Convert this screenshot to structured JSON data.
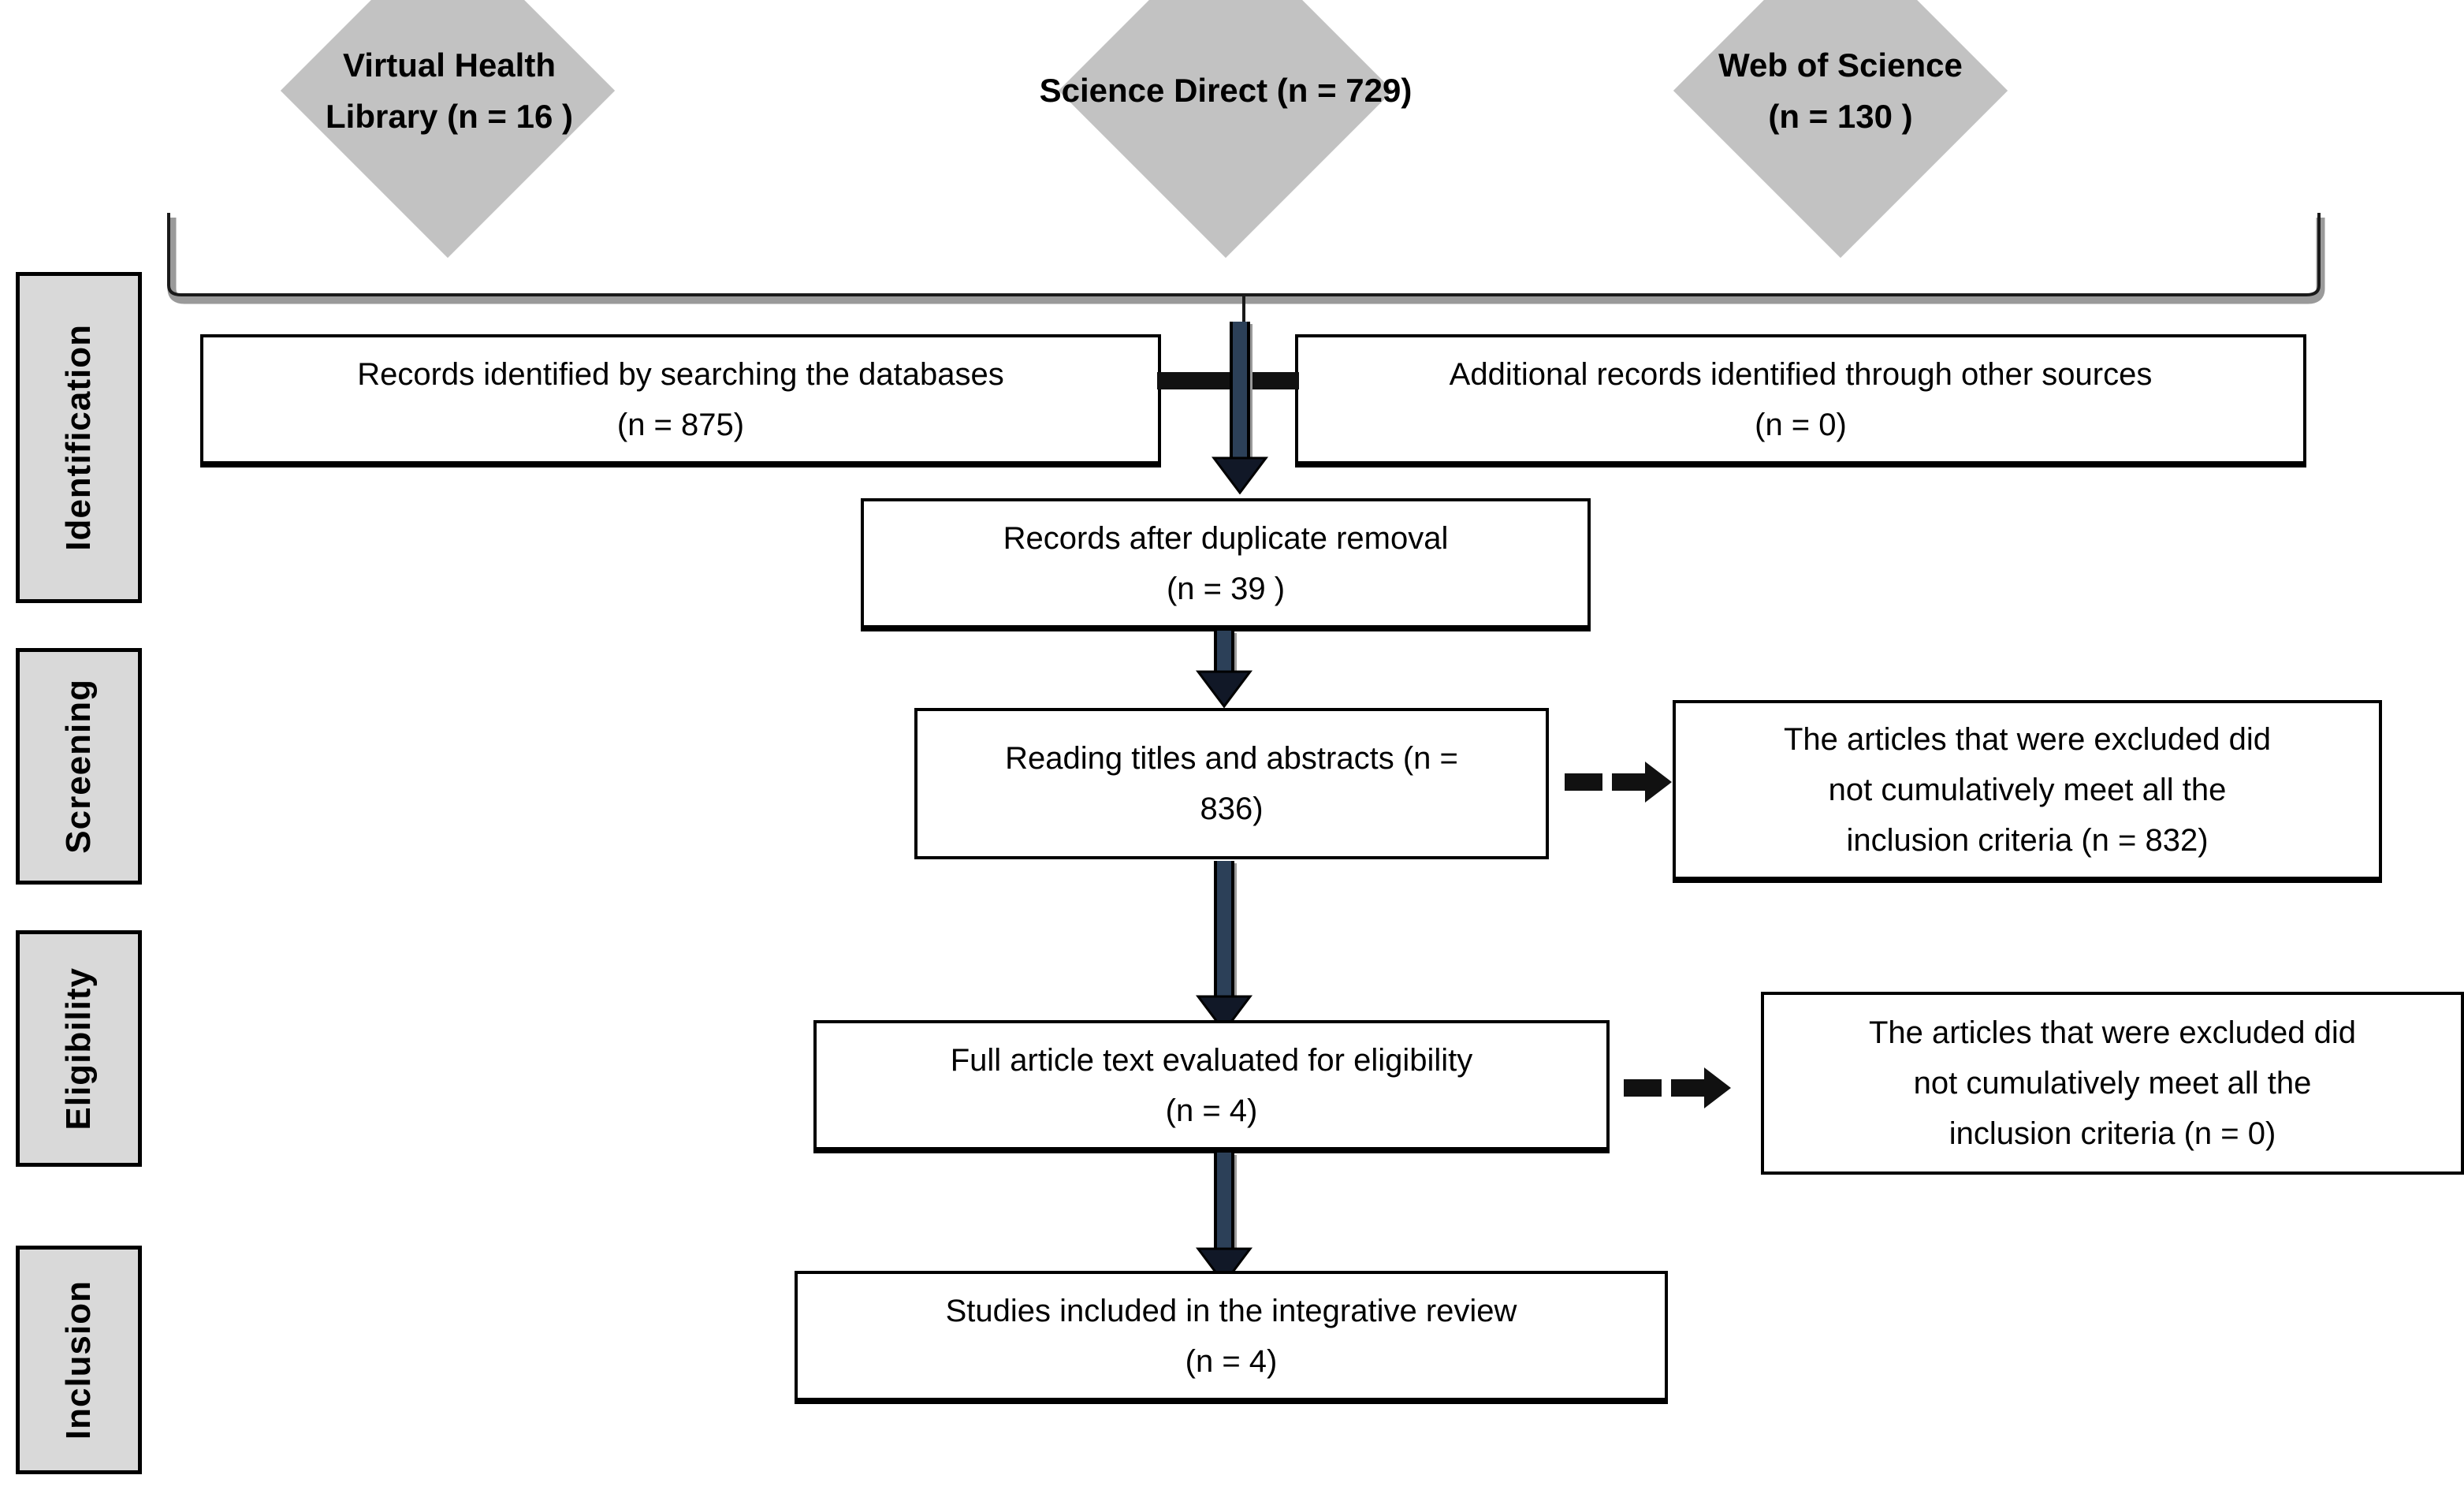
{
  "diagram": {
    "title": "PRISMA flow diagram",
    "colors": {
      "diamond_fill": "#c2c2c2",
      "stage_fill": "#d9d9d9",
      "arrow_shaft": "#2c4058",
      "outline": "#000000",
      "box_fill": "#ffffff"
    }
  },
  "stages": [
    {
      "label": "Identification",
      "name": "identification"
    },
    {
      "label": "Screening",
      "name": "screening"
    },
    {
      "label": "Eligibility",
      "name": "eligibility"
    },
    {
      "label": "Inclusion",
      "name": "inclusion"
    }
  ],
  "sources": [
    {
      "line1": "Virtual Health",
      "line2": "Library (n = 16 )",
      "count": 16,
      "name": "virtual-health-library"
    },
    {
      "line1": "Science Direct (n = 729)",
      "line2": "",
      "count": 729,
      "name": "science-direct"
    },
    {
      "line1": "Web of Science",
      "line2": "(n = 130 )",
      "count": 130,
      "name": "web-of-science"
    }
  ],
  "boxes": {
    "databases": {
      "line1": "Records identified by searching the databases",
      "line2": "(n = 875)",
      "count": 875
    },
    "other_sources": {
      "line1": "Additional records identified through other sources",
      "line2": "(n = 0)",
      "count": 0
    },
    "after_duplicates": {
      "line1": "Records after duplicate removal",
      "line2": "(n = 39 )",
      "count": 39
    },
    "titles_abstracts": {
      "line1": "Reading titles and abstracts (n =",
      "line2": "836)",
      "count": 836
    },
    "excluded_screening": {
      "line1": "The articles that were excluded did",
      "line2": "not cumulatively meet all the",
      "line3": "inclusion criteria (n = 832)",
      "count": 832
    },
    "full_text": {
      "line1": "Full article text evaluated for eligibility",
      "line2": "(n = 4)",
      "count": 4
    },
    "excluded_eligibility": {
      "line1": "The articles that were excluded did",
      "line2": "not cumulatively meet all the",
      "line3": "inclusion criteria (n = 0)",
      "count": 0
    },
    "included": {
      "line1": "Studies included in the integrative review",
      "line2": "(n = 4)",
      "count": 4
    }
  },
  "chart_data": {
    "type": "diagram",
    "title": "PRISMA flow diagram",
    "nodes": [
      {
        "id": "virtual-health-library",
        "shape": "diamond",
        "stage": "sources",
        "label": "Virtual Health Library (n = 16 )",
        "n": 16
      },
      {
        "id": "science-direct",
        "shape": "diamond",
        "stage": "sources",
        "label": "Science Direct (n = 729)",
        "n": 729
      },
      {
        "id": "web-of-science",
        "shape": "diamond",
        "stage": "sources",
        "label": "Web of Science (n = 130 )",
        "n": 130
      },
      {
        "id": "databases",
        "shape": "rect",
        "stage": "Identification",
        "label": "Records identified by searching the databases (n = 875)",
        "n": 875
      },
      {
        "id": "other-sources",
        "shape": "rect",
        "stage": "Identification",
        "label": "Additional records identified through other sources (n = 0)",
        "n": 0
      },
      {
        "id": "after-duplicates",
        "shape": "rect",
        "stage": "Identification",
        "label": "Records after duplicate removal (n = 39 )",
        "n": 39
      },
      {
        "id": "titles-abstracts",
        "shape": "rect",
        "stage": "Screening",
        "label": "Reading titles and abstracts (n = 836)",
        "n": 836
      },
      {
        "id": "excluded-screening",
        "shape": "rect",
        "stage": "Screening",
        "label": "The articles that were excluded did not cumulatively meet all the inclusion criteria (n = 832)",
        "n": 832
      },
      {
        "id": "full-text",
        "shape": "rect",
        "stage": "Eligibility",
        "label": "Full article text evaluated for eligibility (n = 4)",
        "n": 4
      },
      {
        "id": "excluded-eligibility",
        "shape": "rect",
        "stage": "Eligibility",
        "label": "The articles that were excluded did not cumulatively meet all the inclusion criteria (n = 0)",
        "n": 0
      },
      {
        "id": "included",
        "shape": "rect",
        "stage": "Inclusion",
        "label": "Studies included in the integrative review (n = 4)",
        "n": 4
      }
    ],
    "edges": [
      {
        "from": "sources",
        "to": "databases",
        "style": "brace"
      },
      {
        "from": "databases",
        "to": "after-duplicates",
        "style": "solid-arrow"
      },
      {
        "from": "other-sources",
        "to": "after-duplicates",
        "style": "solid-bar"
      },
      {
        "from": "after-duplicates",
        "to": "titles-abstracts",
        "style": "solid-arrow"
      },
      {
        "from": "titles-abstracts",
        "to": "excluded-screening",
        "style": "dashed-arrow"
      },
      {
        "from": "titles-abstracts",
        "to": "full-text",
        "style": "solid-arrow"
      },
      {
        "from": "full-text",
        "to": "excluded-eligibility",
        "style": "dashed-arrow"
      },
      {
        "from": "full-text",
        "to": "included",
        "style": "solid-arrow"
      }
    ]
  }
}
